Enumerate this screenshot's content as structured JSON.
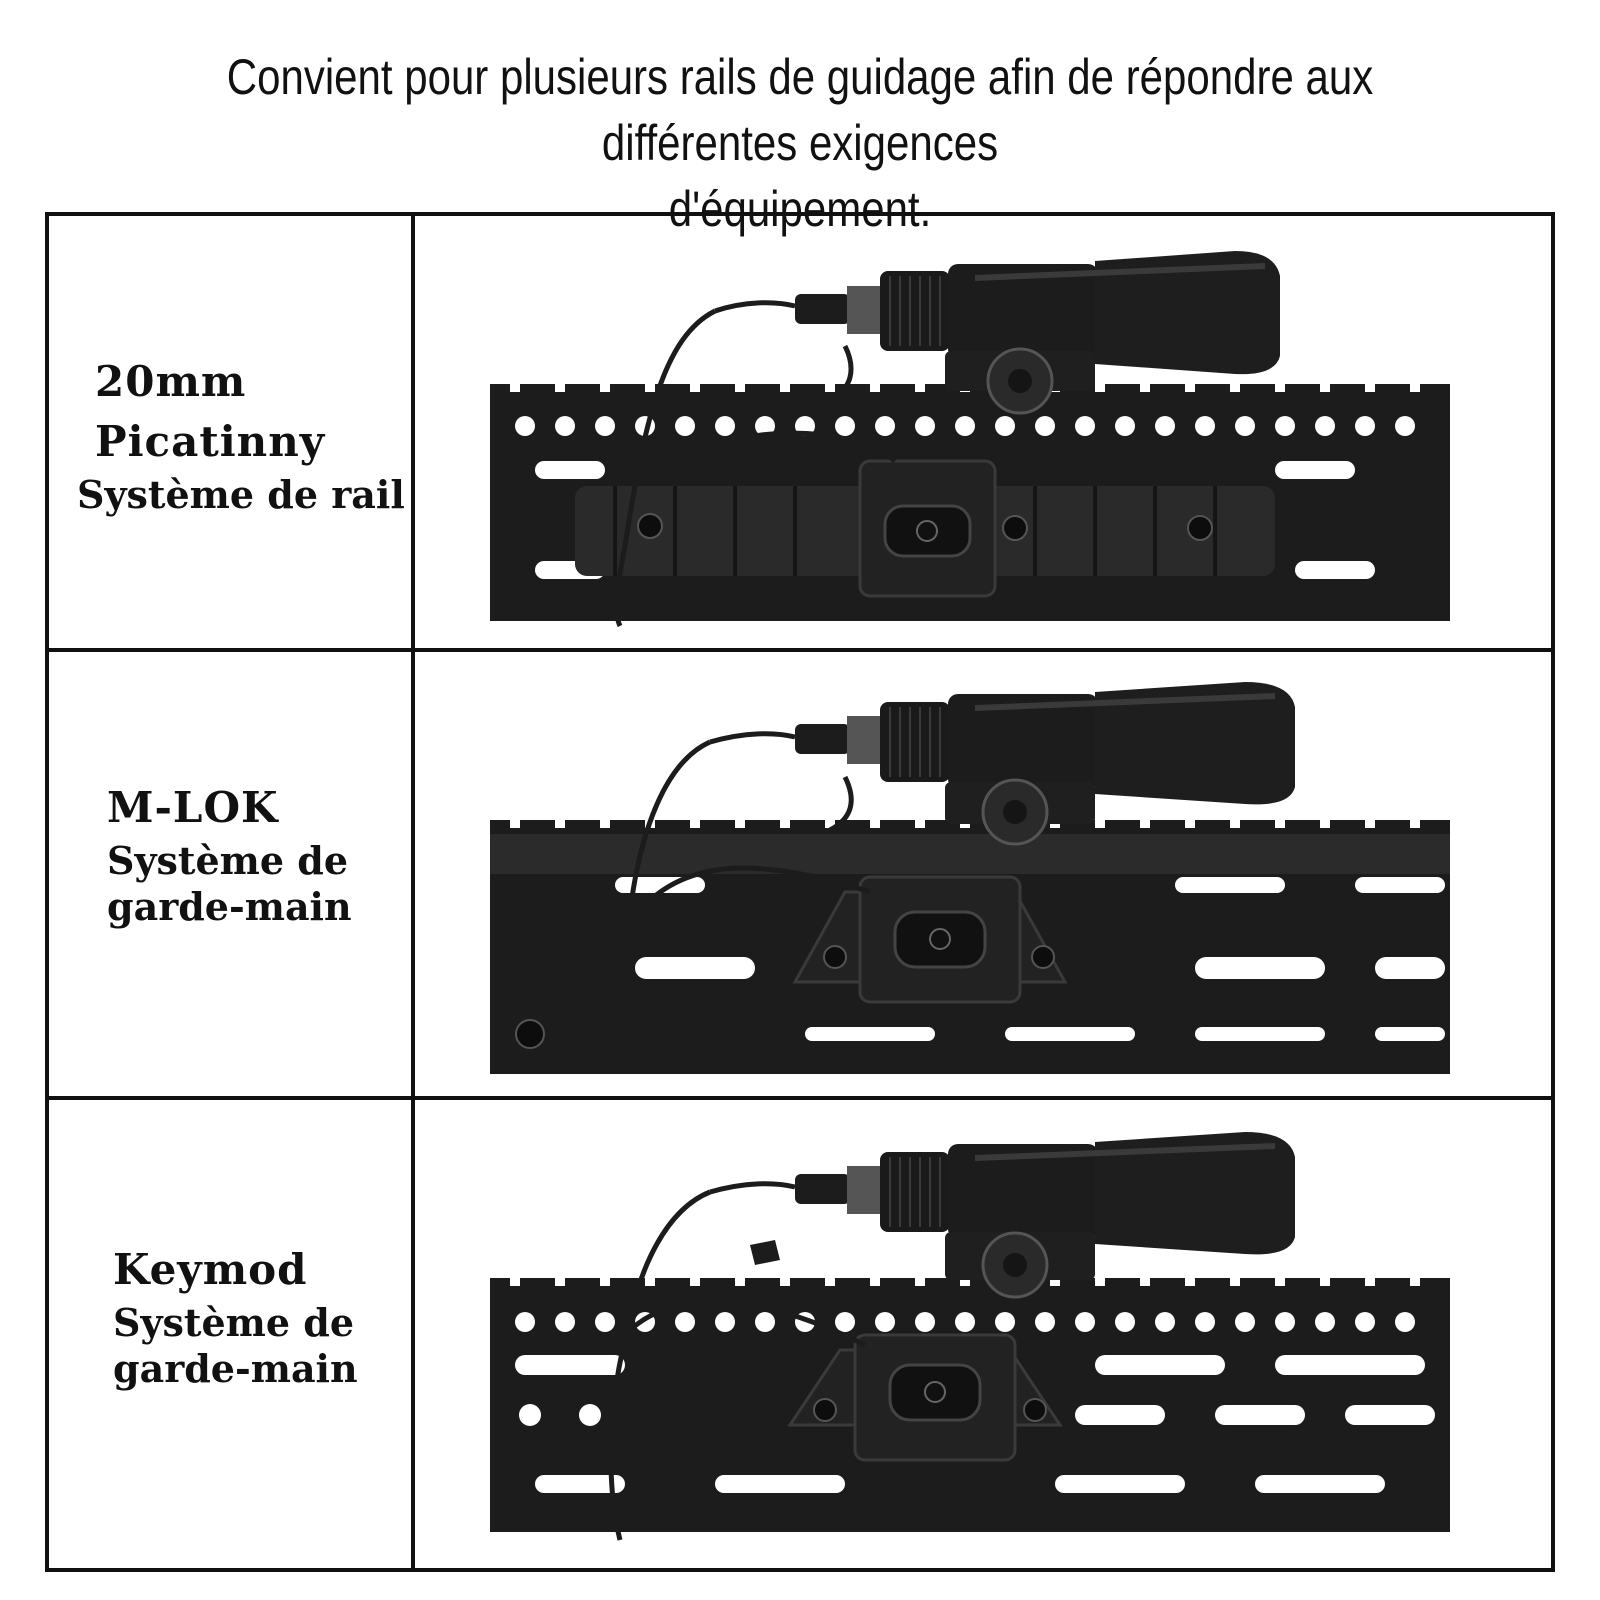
{
  "headline": {
    "line1": "Convient pour plusieurs rails de guidage afin de répondre aux différentes exigences",
    "line2": "d'équipement."
  },
  "rows": [
    {
      "name_line1": "20mm",
      "name_line2": "Picatinny",
      "desc_line1": "Système de rail",
      "desc_line2": "",
      "rail_type": "picatinny"
    },
    {
      "name_line1": "M-LOK",
      "name_line2": "",
      "desc_line1": "Système de",
      "desc_line2": "garde-main",
      "rail_type": "mlok"
    },
    {
      "name_line1": "Keymod",
      "name_line2": "",
      "desc_line1": "Système de",
      "desc_line2": "garde-main",
      "rail_type": "keymod"
    }
  ],
  "colors": {
    "border": "#111111",
    "metal": "#1c1c1c",
    "metal_highlight": "#3a3a3a",
    "background": "#ffffff"
  }
}
